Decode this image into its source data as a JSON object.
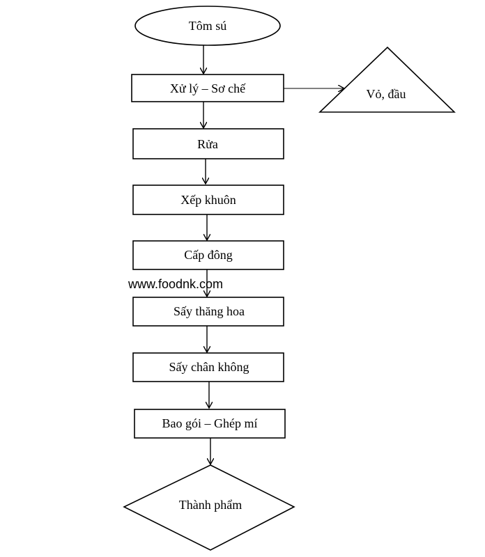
{
  "diagram": {
    "start": {
      "label": "Tôm sú"
    },
    "steps": [
      {
        "id": "process",
        "label": "Xử lý – Sơ chế"
      },
      {
        "id": "wash",
        "label": "Rửa"
      },
      {
        "id": "mold",
        "label": "Xếp khuôn"
      },
      {
        "id": "freeze",
        "label": "Cấp đông"
      },
      {
        "id": "freeze-dry",
        "label": "Sấy thăng hoa"
      },
      {
        "id": "vacuum-dry",
        "label": "Sấy chân không"
      },
      {
        "id": "pack",
        "label": "Bao gói – Ghép mí"
      }
    ],
    "byproduct": {
      "label": "Vỏ, đầu"
    },
    "end": {
      "label": "Thành phẩm"
    }
  },
  "watermark": {
    "text": "www.foodnk.com"
  },
  "colors": {
    "stroke": "#000000",
    "background": "#ffffff",
    "text": "#000000"
  }
}
